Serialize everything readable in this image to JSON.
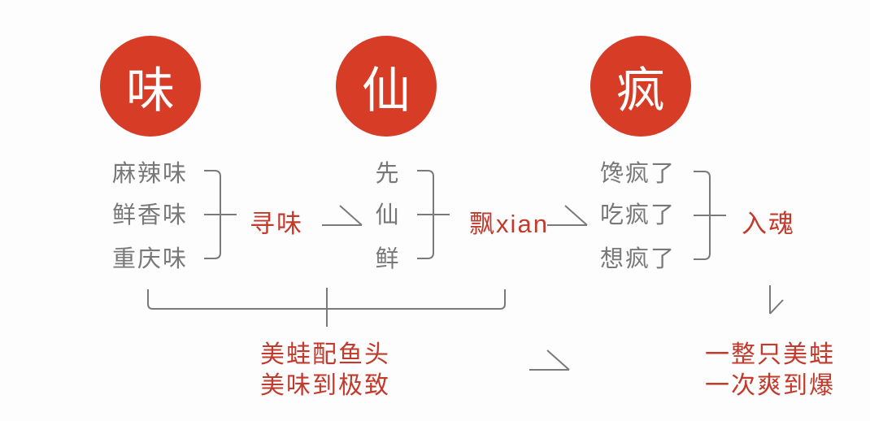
{
  "colors": {
    "background": "#fdfdfd",
    "circle_red": "#d63c26",
    "accent_red": "#c23a2c",
    "gray_text": "#787878",
    "line_gray": "#7a7a7a"
  },
  "columns": [
    {
      "circle_char": "味",
      "items": [
        "麻辣味",
        "鲜香味",
        "重庆味"
      ],
      "label": "寻味"
    },
    {
      "circle_char": "仙",
      "items": [
        "先",
        "仙",
        "鲜"
      ],
      "label": "飘xian"
    },
    {
      "circle_char": "疯",
      "items": [
        "馋疯了",
        "吃疯了",
        "想疯了"
      ],
      "label": "入魂"
    }
  ],
  "bottom": {
    "center_line1": "美蛙配鱼头",
    "center_line2": "美味到极致",
    "right_line1": "一整只美蛙",
    "right_line2": "一次爽到爆"
  }
}
